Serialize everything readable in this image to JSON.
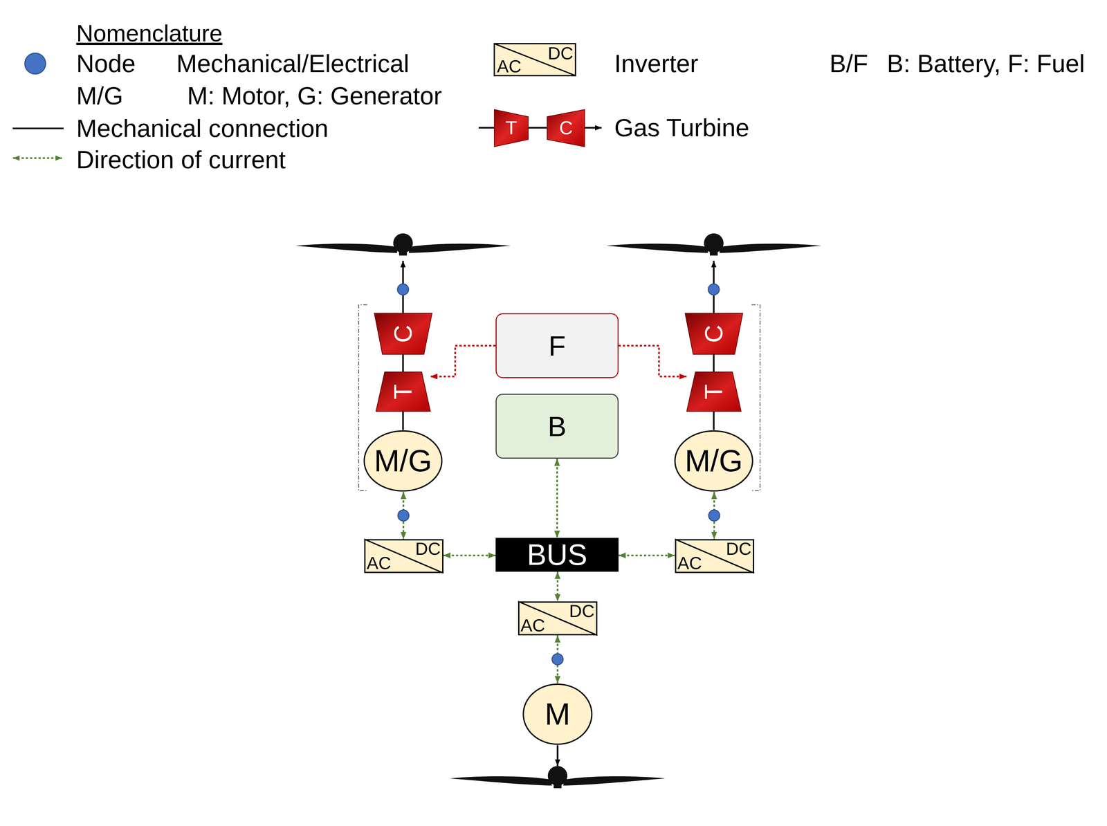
{
  "diagram": {
    "nodes": [
      {
        "text": [
          "C"
        ]
      },
      {
        "text": [
          "F"
        ]
      },
      {
        "text": [
          "C"
        ]
      },
      {
        "text": [
          "T"
        ]
      },
      {
        "text": [
          "T"
        ]
      },
      {
        "text": [
          "B"
        ]
      },
      {
        "text": [
          "M/G"
        ]
      },
      {
        "text": [
          "M/G"
        ]
      },
      {
        "text": [
          "AC",
          "DC"
        ]
      },
      {
        "text": [
          "BUS"
        ]
      },
      {
        "text": [
          "AC",
          "DC"
        ]
      },
      {
        "text": [
          "AC",
          "DC"
        ]
      },
      {
        "text": [
          "M"
        ]
      }
    ],
    "edges": [
      {
        "from": 0,
        "to": 3,
        "arrow": "none"
      },
      {
        "from": 3,
        "to": 6,
        "arrow": "none"
      },
      {
        "from": 2,
        "to": 4,
        "arrow": "none"
      },
      {
        "from": 4,
        "to": 7,
        "arrow": "none"
      },
      {
        "from": 1,
        "to": 3,
        "arrow": "to"
      },
      {
        "from": 1,
        "to": 4,
        "arrow": "to"
      },
      {
        "from": 6,
        "to": 8,
        "arrow": "both"
      },
      {
        "from": 7,
        "to": 10,
        "arrow": "both"
      },
      {
        "from": 8,
        "to": 9,
        "arrow": "both"
      },
      {
        "from": 9,
        "to": 10,
        "arrow": "both"
      },
      {
        "from": 5,
        "to": 9,
        "arrow": "both"
      },
      {
        "from": 9,
        "to": 11,
        "arrow": "both"
      },
      {
        "from": 11,
        "to": 12,
        "arrow": "both"
      }
    ],
    "labels": [
      "Nomenclature",
      "Mechanical/Electrical",
      "M/G",
      "M: Motor, G: Generator",
      "AC",
      "DC",
      "T",
      "C",
      "B/F",
      "B: Battery, F: Fuel"
    ],
    "legend": [
      {
        "text": "Node"
      },
      {
        "text": "Mechanical connection"
      },
      {
        "text": "Direction of current"
      },
      {
        "text": "Inverter"
      },
      {
        "text": "Gas Turbine"
      }
    ]
  }
}
